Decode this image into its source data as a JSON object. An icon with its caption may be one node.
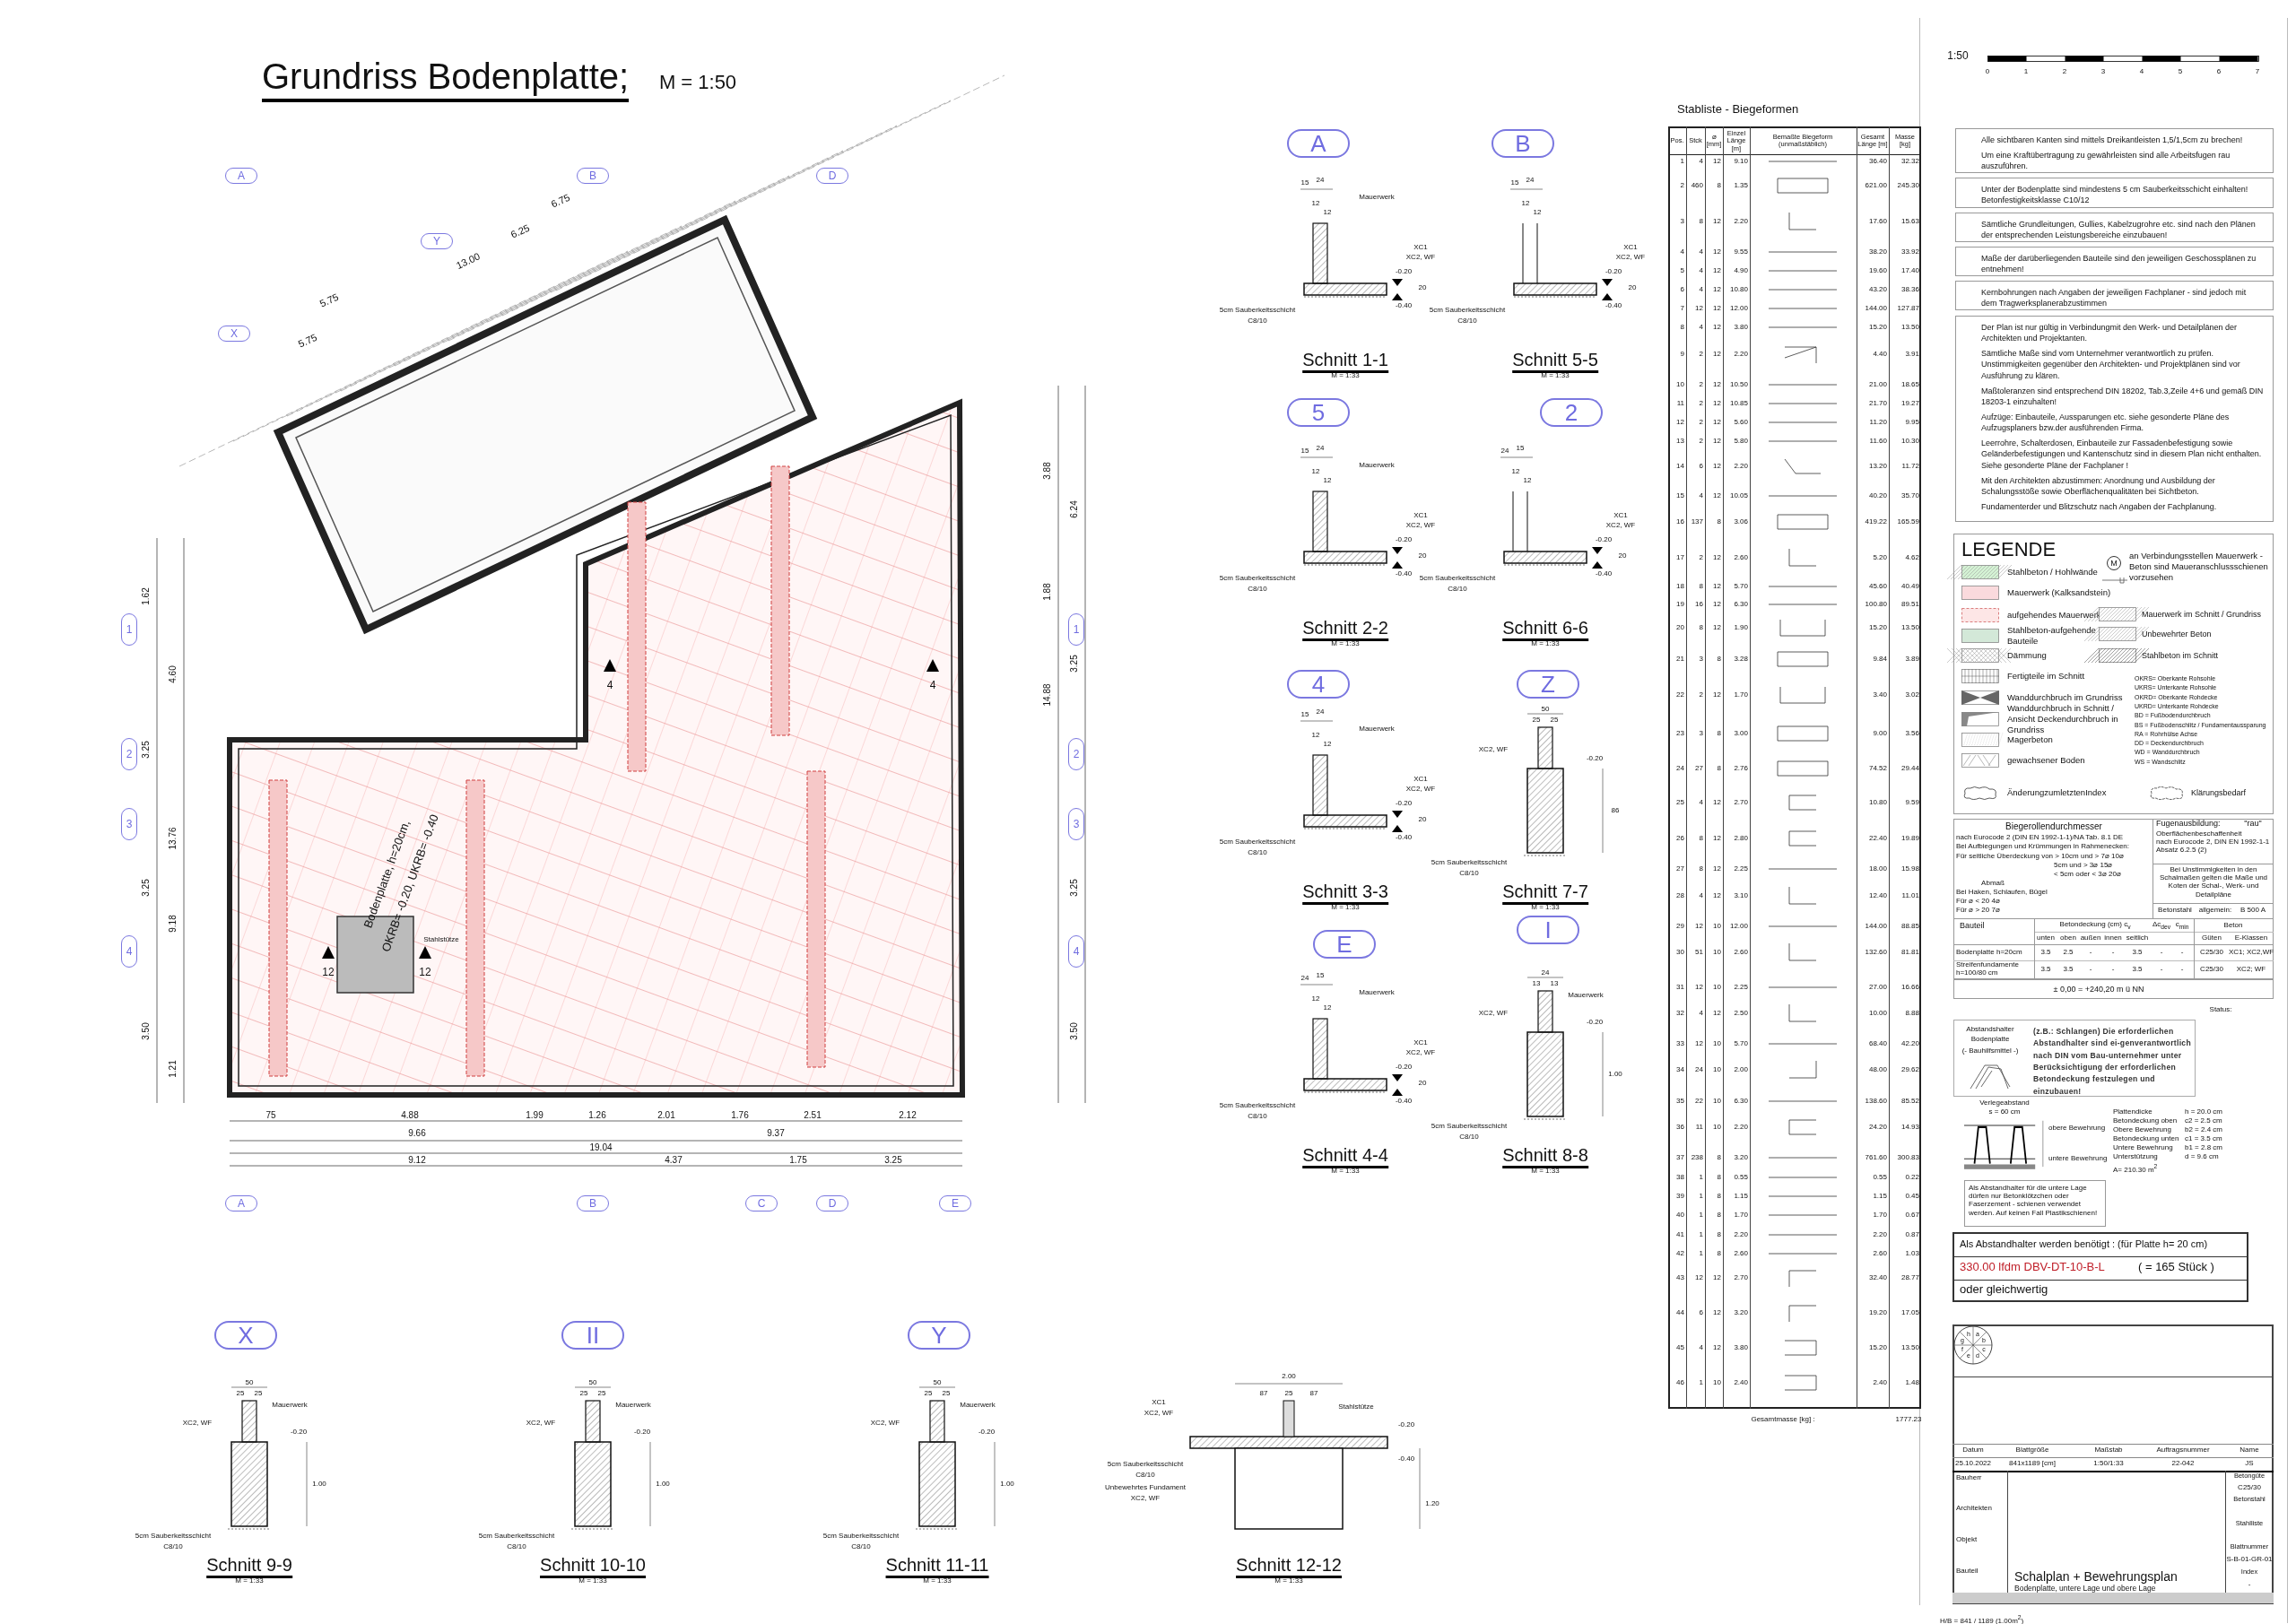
{
  "diagram": {
    "title": "Grundriss Bodenplatte;",
    "nodes": [
      {
        "text": [
          "Alle sichtbaren Kanten sind mittels Dreikantleisten 1,5/1,5cm zu brechen!",
          "Um eine Kraftübertragung zu gewährleisten sind alle Arbeitsfugen rau auszuführen."
        ]
      },
      {
        "text": [
          "Unter der Bodenplatte sind mindestens 5 cm Sauberkeitsschicht einhalten! Betonfestigkeitsklasse C10/12"
        ]
      },
      {
        "text": [
          "Sämtliche Grundleitungen, Gullies, Kabelzugrohre etc. sind nach den Plänen der entsprechenden Leistungsbereiche einzubauen!"
        ]
      },
      {
        "text": [
          "Maße der darüberliegenden Bauteile sind den jeweiligen Geschossplänen zu entnehmen!"
        ]
      },
      {
        "text": [
          "Kernbohrungen nach Angaben der jeweiligen Fachplaner - sind jedoch mit dem Tragwerksplanerabzustimmen"
        ]
      },
      {
        "text": [
          "Der Plan ist nur gültig in Verbindungmit den Werk- und Detailplänen der Architekten und Projektanten.",
          "Sämtliche Maße sind vom Unternehmer verantwortlich zu prüfen. Unstimmigkeiten gegenüber den Architekten- und Projektplänen sind vor Ausführung zu klären.",
          "Maßtoleranzen sind entsprechend DIN 18202, Tab.3,Zeile 4+6 und gemäß DIN 18203-1 einzuhalten!",
          "Aufzüge: Einbauteile, Aussparungen etc. siehe gesonderte Pläne des Aufzugsplaners bzw.der ausführenden Firma.",
          "Leerrohre, Schalterdosen, Einbauteile zur Fassadenbefestigung sowie Geländerbefestigungen und Kantenschutz sind in diesem Plan nicht enthalten. Siehe gesonderte Pläne der Fachplaner !",
          "Mit den Architekten abzustimmen: Anordnung und Ausbildung der Schalungsstöße sowie Oberflächenqualitäten bei Sichtbeton.",
          "Fundamenterder und Blitzschutz nach Angaben der Fachplanung."
        ]
      },
      {
        "text": [
          "LEGENDE"
        ]
      },
      {
        "text": [
          "Abstandshalter",
          "Bodenplatte",
          "(- Bauhilfsmittel -)",
          "(z.B.: Schlangen) Die erforderlichen Abstandhalter sind ei-genverantwortlich nach DIN vom Bau-unternehmer unter Berücksichtigung der erforderlichen Betondeckung festzulegen und einzubauen!"
        ]
      },
      {
        "text": [
          "Als Abstandhalter werden benötigt :   (für Platte h= 20 cm)",
          "330.00 lfdm DBV-DT-10-B-L",
          "( = 165 Stück )",
          "oder gleichwertig"
        ]
      },
      {
        "text": [
          "Als Abstandhalter für die untere Lage dürfen nur Betonklötzchen oder Faserzement - schienen verwendet werden. Auf keinen Fall Plastikschienen!"
        ]
      },
      {
        "text": [
          "Schnitt 1-1",
          "M = 1:33"
        ]
      },
      {
        "text": [
          "Schnitt 5-5",
          "M = 1:33"
        ]
      },
      {
        "text": [
          "Schnitt 2-2",
          "M = 1:33"
        ]
      },
      {
        "text": [
          "Schnitt 6-6",
          "M = 1:33"
        ]
      },
      {
        "text": [
          "Schnitt 3-3",
          "M = 1:33"
        ]
      },
      {
        "text": [
          "Schnitt 7-7",
          "M = 1:33"
        ]
      },
      {
        "text": [
          "Schnitt 4-4",
          "M = 1:33"
        ]
      },
      {
        "text": [
          "Schnitt 8-8",
          "M = 1:33"
        ]
      },
      {
        "text": [
          "Schnitt 9-9",
          "M = 1:33"
        ]
      },
      {
        "text": [
          "Schnitt 10-10",
          "M = 1:33"
        ]
      },
      {
        "text": [
          "Schnitt 11-11",
          "M = 1:33"
        ]
      },
      {
        "text": [
          "Schnitt 12-12",
          "M = 1:33"
        ]
      },
      {
        "text": [
          "A"
        ]
      },
      {
        "text": [
          "B"
        ]
      },
      {
        "text": [
          "5"
        ]
      },
      {
        "text": [
          "2"
        ]
      },
      {
        "text": [
          "4"
        ]
      },
      {
        "text": [
          "Z"
        ]
      },
      {
        "text": [
          "E"
        ]
      },
      {
        "text": [
          "I"
        ]
      },
      {
        "text": [
          "X"
        ]
      },
      {
        "text": [
          "II"
        ]
      },
      {
        "text": [
          "Y"
        ]
      },
      {
        "text": [
          "A"
        ]
      },
      {
        "text": [
          "B"
        ]
      },
      {
        "text": [
          "D"
        ]
      },
      {
        "text": [
          "Y"
        ]
      },
      {
        "text": [
          "X"
        ]
      },
      {
        "text": [
          "1"
        ]
      },
      {
        "text": [
          "2"
        ]
      },
      {
        "text": [
          "3"
        ]
      },
      {
        "text": [
          "4"
        ]
      },
      {
        "text": [
          "1"
        ]
      },
      {
        "text": [
          "2"
        ]
      },
      {
        "text": [
          "3"
        ]
      },
      {
        "text": [
          "4"
        ]
      },
      {
        "text": [
          "A"
        ]
      },
      {
        "text": [
          "B"
        ]
      },
      {
        "text": [
          "C"
        ]
      },
      {
        "text": [
          "D"
        ]
      },
      {
        "text": [
          "E"
        ]
      }
    ],
    "labels": [
      "M = 1:50",
      "1:50",
      "0",
      "1",
      "2",
      "3",
      "4",
      "5",
      "6",
      "7",
      "75",
      "4.88",
      "1.99",
      "1.26",
      "2.01",
      "1.76",
      "2.51",
      "2.12",
      "9.66",
      "9.37",
      "19.04",
      "9.12",
      "4.37",
      "1.75",
      "3.25",
      "1.62",
      "4.60",
      "3.25",
      "13.76",
      "3.25",
      "9.18",
      "3.50",
      "1.21",
      "3.88",
      "6.24",
      "1.88",
      "14.88",
      "3.25",
      "3.25",
      "3.50",
      "6.75",
      "6.25",
      "13.00",
      "5.75",
      "5.75",
      "Bodenplatte, h=20cm,",
      "OKRB= -0.20, UKRB= -0.40",
      "Stahlstütze",
      "12",
      "12",
      "4",
      "4",
      "15",
      "24",
      "12",
      "12",
      "Mauerwerk",
      "XC1",
      "XC2, WF",
      "-0.20",
      "20",
      "-0.40",
      "5cm Sauberkeitsschicht",
      "C8/10",
      "15",
      "24",
      "12",
      "12",
      "XC1",
      "XC2, WF",
      "-0.20",
      "20",
      "-0.40",
      "5cm Sauberkeitsschicht",
      "C8/10",
      "15",
      "24",
      "12",
      "12",
      "Mauerwerk",
      "XC1",
      "XC2, WF",
      "-0.20",
      "20",
      "-0.40",
      "5cm Sauberkeitsschicht",
      "C8/10",
      "24",
      "15",
      "12",
      "12",
      "XC1",
      "XC2, WF",
      "-0.20",
      "20",
      "-0.40",
      "5cm Sauberkeitsschicht",
      "C8/10",
      "15",
      "24",
      "12",
      "12",
      "Mauerwerk",
      "XC1",
      "XC2, WF",
      "-0.20",
      "20",
      "-0.40",
      "5cm Sauberkeitsschicht",
      "C8/10",
      "50",
      "25",
      "25",
      "XC2, WF",
      "-0.20",
      "86",
      "5cm Sauberkeitsschicht",
      "C8/10",
      "24",
      "15",
      "12",
      "12",
      "Mauerwerk",
      "XC1",
      "XC2, WF",
      "-0.20",
      "20",
      "-0.40",
      "5cm Sauberkeitsschicht",
      "C8/10",
      "24",
      "13",
      "13",
      "Mauerwerk",
      "XC2, WF",
      "-0.20",
      "1.00",
      "5cm Sauberkeitsschicht",
      "C8/10",
      "50",
      "25",
      "25",
      "Mauerwerk",
      "XC2, WF",
      "-0.20",
      "1.00",
      "5cm Sauberkeitsschicht",
      "C8/10",
      "50",
      "25",
      "25",
      "Mauerwerk",
      "XC2, WF",
      "-0.20",
      "1.00",
      "5cm Sauberkeitsschicht",
      "C8/10",
      "50",
      "25",
      "25",
      "Mauerwerk",
      "XC2, WF",
      "-0.20",
      "1.00",
      "5cm Sauberkeitsschicht",
      "C8/10",
      "2.00",
      "87",
      "25",
      "87",
      "Stahlstütze",
      "XC1",
      "XC2, WF",
      "5cm Sauberkeitsschicht",
      "C8/10",
      "Unbewehrtes Fundament",
      "XC2, WF",
      "-0.20",
      "-0.40",
      "1.20",
      "M",
      "OKRS= Oberkante Rohsohle",
      "UKRS= Unterkante Rohsohle",
      "OKRD= Oberkante Rohdecke",
      "UKRD= Unterkante Rohdecke",
      "BD = Fußbodendurchbruch",
      "BS = Fußbodenschlitz / Fundamentaussparung",
      "RA = Rohrhülse Achse",
      "DD = Deckendurchbruch",
      "WD = Wanddurchbruch",
      "WS = Wandschlitz",
      "Biegerollendurchmesser",
      "nach Eurocode 2 (DIN EN 1992-1-1)/NA Tab. 8.1 DE",
      "Bei Aufbiegungen und Krümmungen in Rahmenecken:",
      "Für seitliche Überdeckung von  > 10cm  und  > 7⌀  10⌀",
      "5cm  und  > 3⌀  15⌀",
      "< 5cm  oder  < 3⌀  20⌀",
      "Abmaß",
      "Bei Haken, Schlaufen, Bügel",
      "Für ⌀ < 20   4⌀",
      "Für ⌀ > 20   7⌀",
      "Fugenausbildung:",
      "Oberflächenbeschaffenheit",
      "\"rau\"",
      "nach Eurocode 2, DIN EN 1992-1-1 Absatz 6.2.5 (2)",
      "Bei Unstimmigkeiten in den Schalmaßen gelten die Maße und Koten der Schal-, Werk- und Detailpläne",
      "Betonstahl",
      "allgemein:",
      "B 500 A",
      "Bauteil",
      "Betondeckung (cm) c$_{v}$",
      "Δc$_{dev}$",
      "c$_{min}$",
      "Beton",
      "unten",
      "oben",
      "außen",
      "innen",
      "seitlich",
      "Güten",
      "E-Klassen",
      "Bodenplatte h=20cm",
      "3.5",
      "2.5",
      "-",
      "-",
      "3.5",
      "-",
      "-",
      "C25/30",
      "XC1; XC2,WF",
      "Streifenfundamente h=100/80 cm",
      "3.5",
      "3.5",
      "-",
      "-",
      "3.5",
      "-",
      "-",
      "C25/30",
      "XC2; WF",
      "± 0,00   = +240,20  m ü NN",
      "Status:",
      "Verlegeabstand",
      "s = 60 cm",
      "obere Bewehrung",
      "untere Bewehrung",
      "Plattendicke",
      "h = 20.0 cm",
      "Betondeckung oben",
      "c2 = 2.5 cm",
      "Obere Bewehrung",
      "b2 = 2.4 cm",
      "Betondeckung unten",
      "c1 = 3.5 cm",
      "Untere Bewehrung",
      "b1 = 2.8 cm",
      "Unterstützung",
      "d = 9.6 cm",
      "A= 210.30 m$^{2}$",
      "h",
      "a",
      "g",
      "b",
      "f",
      "c",
      "e",
      "d",
      "Datum",
      "Blattgröße",
      "Maßstab",
      "Auftragsnummer",
      "Name",
      "25.10.2022",
      "841x1189 [cm]",
      "1:50/1:33",
      "22-042",
      "JS",
      "Bauherr",
      "Architekten",
      "Objekt",
      "Bauteil",
      "Betongüte",
      "C25/30",
      "Betonstahl",
      "Stahlliste",
      "Blattnummer",
      "S-B-01-GR-01",
      "Index",
      "-",
      "Schalplan + Bewehrungsplan",
      "Bodenplatte, untere Lage und obere Lage",
      "H/B = 841 / 1189 (1.00m$^{2}$)",
      "Stabliste - Biegeformen",
      "Pos.",
      "Stck",
      "⌀ [mm]",
      "Einzel Länge [m]",
      "Bemaßte Biegeform (unmaßstäblich)",
      "Gesamt Länge [m]",
      "Masse [kg]",
      "1",
      "4",
      "12",
      "9.10",
      "36.40",
      "32.32",
      "2",
      "460",
      "8",
      "1.35",
      "621.00",
      "245.30",
      "3",
      "8",
      "12",
      "2.20",
      "17.60",
      "15.63",
      "4",
      "4",
      "12",
      "9.55",
      "38.20",
      "33.92",
      "5",
      "4",
      "12",
      "4.90",
      "19.60",
      "17.40",
      "6",
      "4",
      "12",
      "10.80",
      "43.20",
      "38.36",
      "7",
      "12",
      "12",
      "12.00",
      "144.00",
      "127.87",
      "8",
      "4",
      "12",
      "3.80",
      "15.20",
      "13.50",
      "9",
      "2",
      "12",
      "2.20",
      "4.40",
      "3.91",
      "10",
      "2",
      "12",
      "10.50",
      "21.00",
      "18.65",
      "11",
      "2",
      "12",
      "10.85",
      "21.70",
      "19.27",
      "12",
      "2",
      "12",
      "5.60",
      "11.20",
      "9.95",
      "13",
      "2",
      "12",
      "5.80",
      "11.60",
      "10.30",
      "14",
      "6",
      "12",
      "2.20",
      "13.20",
      "11.72",
      "15",
      "4",
      "12",
      "10.05",
      "40.20",
      "35.70",
      "16",
      "137",
      "8",
      "3.06",
      "419.22",
      "165.59",
      "17",
      "2",
      "12",
      "2.60",
      "5.20",
      "4.62",
      "18",
      "8",
      "12",
      "5.70",
      "45.60",
      "40.49",
      "19",
      "16",
      "12",
      "6.30",
      "100.80",
      "89.51",
      "20",
      "8",
      "12",
      "1.90",
      "15.20",
      "13.50",
      "21",
      "3",
      "8",
      "3.28",
      "9.84",
      "3.89",
      "22",
      "2",
      "12",
      "1.70",
      "3.40",
      "3.02",
      "23",
      "3",
      "8",
      "3.00",
      "9.00",
      "3.56",
      "24",
      "27",
      "8",
      "2.76",
      "74.52",
      "29.44",
      "25",
      "4",
      "12",
      "2.70",
      "10.80",
      "9.59",
      "26",
      "8",
      "12",
      "2.80",
      "22.40",
      "19.89",
      "27",
      "8",
      "12",
      "2.25",
      "18.00",
      "15.98",
      "28",
      "4",
      "12",
      "3.10",
      "12.40",
      "11.01",
      "29",
      "12",
      "10",
      "12.00",
      "144.00",
      "88.85",
      "30",
      "51",
      "10",
      "2.60",
      "132.60",
      "81.81",
      "31",
      "12",
      "10",
      "2.25",
      "27.00",
      "16.66",
      "32",
      "4",
      "12",
      "2.50",
      "10.00",
      "8.88",
      "33",
      "12",
      "10",
      "5.70",
      "68.40",
      "42.20",
      "34",
      "24",
      "10",
      "2.00",
      "48.00",
      "29.62",
      "35",
      "22",
      "10",
      "6.30",
      "138.60",
      "85.52",
      "36",
      "11",
      "10",
      "2.20",
      "24.20",
      "14.93",
      "37",
      "238",
      "8",
      "3.20",
      "761.60",
      "300.83",
      "38",
      "1",
      "8",
      "0.55",
      "0.55",
      "0.22",
      "39",
      "1",
      "8",
      "1.15",
      "1.15",
      "0.45",
      "40",
      "1",
      "8",
      "1.70",
      "1.70",
      "0.67",
      "41",
      "1",
      "8",
      "2.20",
      "2.20",
      "0.87",
      "42",
      "1",
      "8",
      "2.60",
      "2.60",
      "1.03",
      "43",
      "12",
      "12",
      "2.70",
      "32.40",
      "28.77",
      "44",
      "6",
      "12",
      "3.20",
      "19.20",
      "17.05",
      "45",
      "4",
      "12",
      "3.80",
      "15.20",
      "13.50",
      "46",
      "1",
      "10",
      "2.40",
      "2.40",
      "1.48",
      "Gesamtmasse [kg] :",
      "1777.23"
    ],
    "legend": [
      {
        "text": "Stahlbeton / Hohlwände",
        "color": "#d4f2d4"
      },
      {
        "text": "an Verbindungsstellen Mauerwerk -Beton sind Maueranschlussschienen vorzusehen"
      },
      {
        "text": "Mauerwerk (Kalksandstein)",
        "color": "#fadadd"
      },
      {
        "text": "aufgehendes Mauerwerk",
        "color": "#fde6e6"
      },
      {
        "text": "Mauerwerk im Schnitt / Grundriss"
      },
      {
        "text": "Stahlbeton-aufgehende Bauteile",
        "color": "#d3e8d8"
      },
      {
        "text": "Unbewehrter Beton"
      },
      {
        "text": "Dämmung"
      },
      {
        "text": "Stahlbeton im Schnitt"
      },
      {
        "text": "Fertigteile im Schnitt"
      },
      {
        "text": "Wanddurchbruch im Grundriss"
      },
      {
        "text": "Wanddurchbruch in Schnitt / Ansicht Deckendurchbruch in Grundriss"
      },
      {
        "text": "Magerbeton"
      },
      {
        "text": "gewachsener Boden"
      },
      {
        "text": "ÄnderungzumletztenIndex"
      },
      {
        "text": "Klärungsbedarf"
      }
    ]
  }
}
